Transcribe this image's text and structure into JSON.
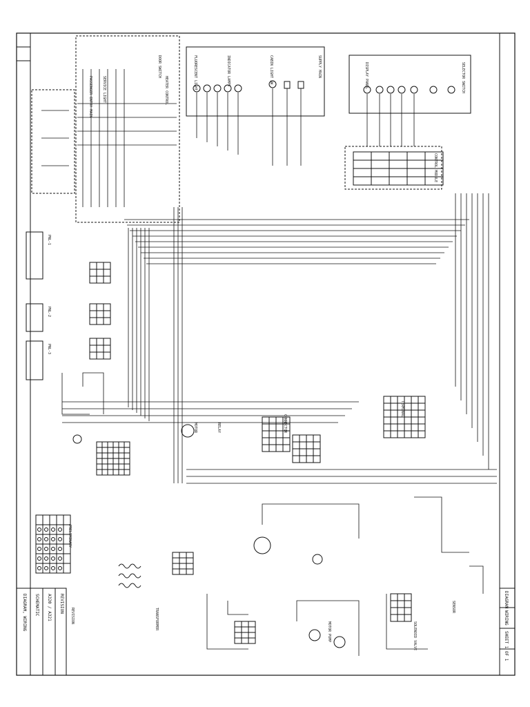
{
  "drawing": {
    "title_block_left": [
      "DIAGRAM, WIRING",
      "SCHEMATIC",
      "A320 / A321",
      "REVISION"
    ],
    "title_block_right": [
      "DIAGRAM",
      "WIRING",
      "SHEET 1 OF 1"
    ],
    "revision_table_title": "REVISION",
    "legend_title": "PRELIMINARY"
  },
  "components": {
    "top_left": [
      "PASSENGER ENTRY MAIN",
      "SERVICE LIGHT",
      "DOOR SWITCH",
      "HEATER CONTROL"
    ],
    "top_center": [
      "FLUORESCENT LIGHT",
      "INDICATOR LAMPS",
      "CABIN LIGHT SW",
      "SUPPLY MAIN"
    ],
    "top_right": [
      "DISPLAY PANEL",
      "CONTROL MODULE",
      "SELECTOR SWITCH"
    ],
    "left_panels": [
      "PNL-1",
      "PNL-2",
      "PNL-3"
    ],
    "middle": [
      "MOTOR",
      "RELAY",
      "CONNECTOR",
      "TERMINAL"
    ],
    "bottom": [
      "TRANSFORMER",
      "MOTOR PUMP",
      "SOLENOID VALVE",
      "SENSOR"
    ]
  },
  "theme": {
    "line": "#111111",
    "paper": "#ffffff"
  }
}
